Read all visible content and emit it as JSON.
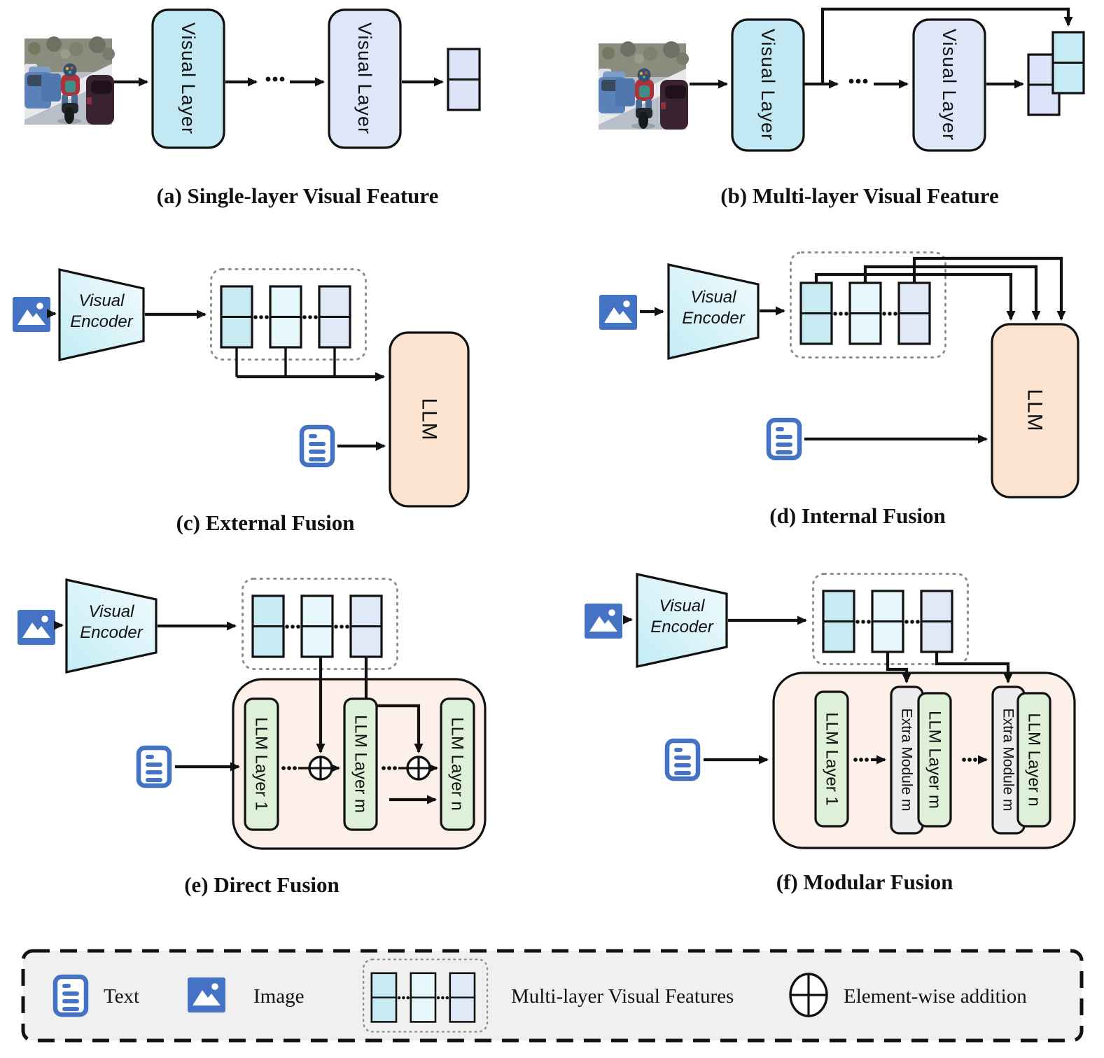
{
  "figure": {
    "type": "paper-figure-diagram",
    "topic": "Visual feature fusion strategies for multimodal LLMs"
  },
  "panels": {
    "a": {
      "caption": "(a) Single-layer Visual Feature",
      "visual_layer": "Visual Layer"
    },
    "b": {
      "caption": "(b) Multi-layer Visual Feature",
      "visual_layer": "Visual Layer"
    },
    "c": {
      "caption": "(c) External Fusion",
      "encoder_line1": "Visual",
      "encoder_line2": "Encoder",
      "llm": "LLM"
    },
    "d": {
      "caption": "(d) Internal Fusion",
      "encoder_line1": "Visual",
      "encoder_line2": "Encoder",
      "llm": "LLM"
    },
    "e": {
      "caption": "(e) Direct Fusion",
      "encoder_line1": "Visual",
      "encoder_line2": "Encoder",
      "llm_layer_1": "LLM Layer 1",
      "llm_layer_m": "LLM Layer m",
      "llm_layer_n": "LLM Layer n"
    },
    "f": {
      "caption": "(f) Modular Fusion",
      "encoder_line1": "Visual",
      "encoder_line2": "Encoder",
      "llm_layer_1": "LLM Layer 1",
      "llm_layer_m": "LLM Layer m",
      "llm_layer_n": "LLM Layer n",
      "extra_module_m": "Extra Module m",
      "extra_module_m2": "Extra Module m"
    }
  },
  "legend": {
    "text_label": "Text",
    "image_label": "Image",
    "multi_layer_label": "Multi-layer Visual Features",
    "addition_label": "Element-wise addition"
  },
  "icons": {
    "text_icon": "text-document-icon",
    "image_icon": "image-icon",
    "multi_layer_features_icon": "multi-layer-features-icon",
    "addition_icon": "element-wise-addition-icon",
    "photo": "motorcyclist-street-photo"
  },
  "colors": {
    "visual_layer_first": "#c2e9f3",
    "visual_layer_last": "#dee7f7",
    "feature_cyan": "#c7eaf3",
    "feature_pale_cyan": "#e6f8fb",
    "feature_lavender": "#dfe9f7",
    "llm_fill": "#fce4d0",
    "llm_container_fill": "#fdf0e8",
    "llm_layer_green": "#def0d8",
    "extra_module_gray": "#ececec",
    "icon_blue": "#4472c4",
    "legend_bg": "#f0f0f0",
    "wire": "#111111",
    "dotted_border": "#8f8f8f"
  }
}
